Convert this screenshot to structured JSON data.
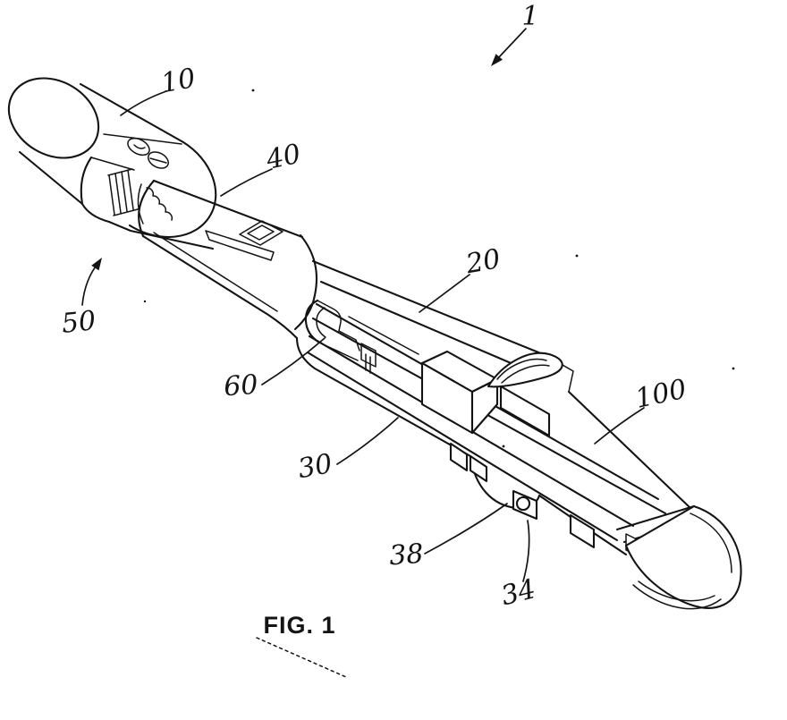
{
  "figure": {
    "caption": "FIG. 1",
    "type": "patent-line-drawing",
    "subject": "Perspective view of a surgical stapling loading unit with elongated jaws",
    "reference_numerals": [
      {
        "ref": "1"
      },
      {
        "ref": "10"
      },
      {
        "ref": "40"
      },
      {
        "ref": "20"
      },
      {
        "ref": "50"
      },
      {
        "ref": "60"
      },
      {
        "ref": "30"
      },
      {
        "ref": "38"
      },
      {
        "ref": "34"
      },
      {
        "ref": "100"
      }
    ]
  },
  "colors": {
    "ink": "#141414",
    "paper": "#ffffff"
  }
}
